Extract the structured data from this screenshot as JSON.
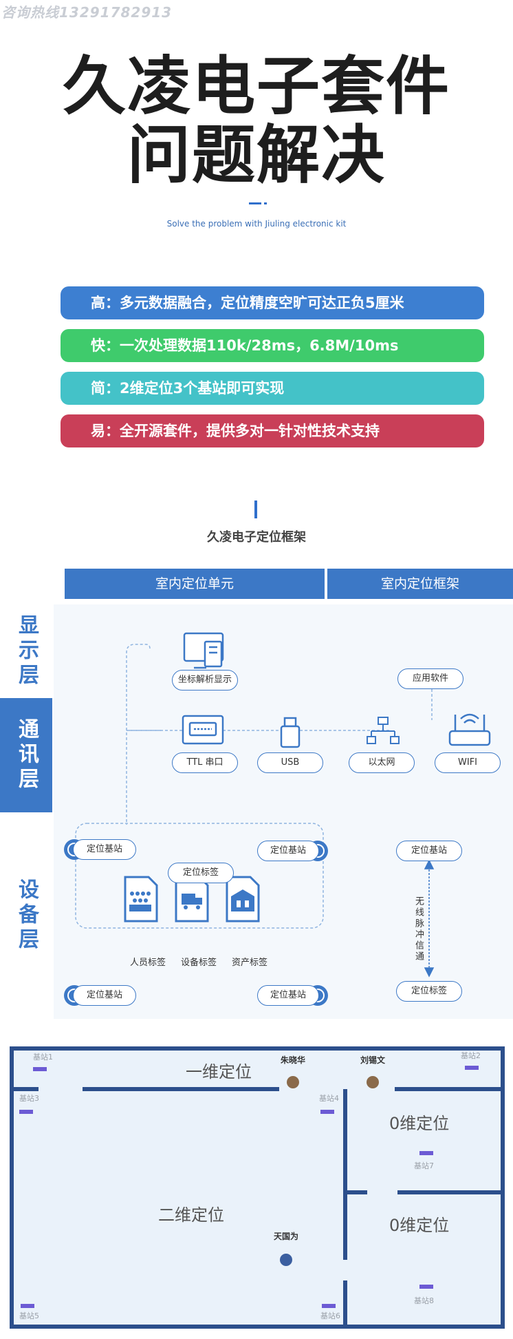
{
  "hotline": "咨询热线13291782913",
  "title_line1": "久凌电子套件",
  "title_line2": "问题解决",
  "subtitle_en": "Solve the problem with Jiuling electronic kit",
  "features": [
    {
      "text": "高：多元数据融合，定位精度空旷可达正负5厘米",
      "color": "#3d7fd1"
    },
    {
      "text": "快：一次处理数据110k/28ms，6.8M/10ms",
      "color": "#3fcb6c"
    },
    {
      "text": "简：2维定位3个基站即可实现",
      "color": "#44c2c8"
    },
    {
      "text": "易：全开源套件，提供多对一针对性技术支持",
      "color": "#c93f58"
    }
  ],
  "framework": {
    "title": "久凌电子定位框架",
    "columns": [
      "室内定位单元",
      "室内定位框架"
    ],
    "layers": [
      "显示层",
      "通讯层",
      "设备层"
    ],
    "display": {
      "coord_display": "坐标解析显示",
      "app_software": "应用软件"
    },
    "comm": {
      "ttl": "TTL 串口",
      "usb": "USB",
      "ethernet": "以太网",
      "wifi": "WIFI"
    },
    "device": {
      "base_station": "定位基站",
      "tag": "定位标签",
      "tag_types": [
        "人员标签",
        "设备标签",
        "资产标签"
      ],
      "right_base": "定位基站",
      "right_tag": "定位标签",
      "wireless": "无线脉冲信通"
    }
  },
  "map": {
    "one_d": "一维定位",
    "two_d": "二维定位",
    "zero_d_top": "0维定位",
    "zero_d_bottom": "0维定位",
    "stations": [
      "基站1",
      "基站2",
      "基站3",
      "基站4",
      "基站5",
      "基站6",
      "基站7",
      "基站8"
    ],
    "people": [
      "朱晓华",
      "刘锡文",
      "天国为"
    ]
  },
  "colors": {
    "primary_blue": "#3c78c6",
    "map_wall": "#2c4f8c",
    "map_floor": "#eaf2fa"
  }
}
